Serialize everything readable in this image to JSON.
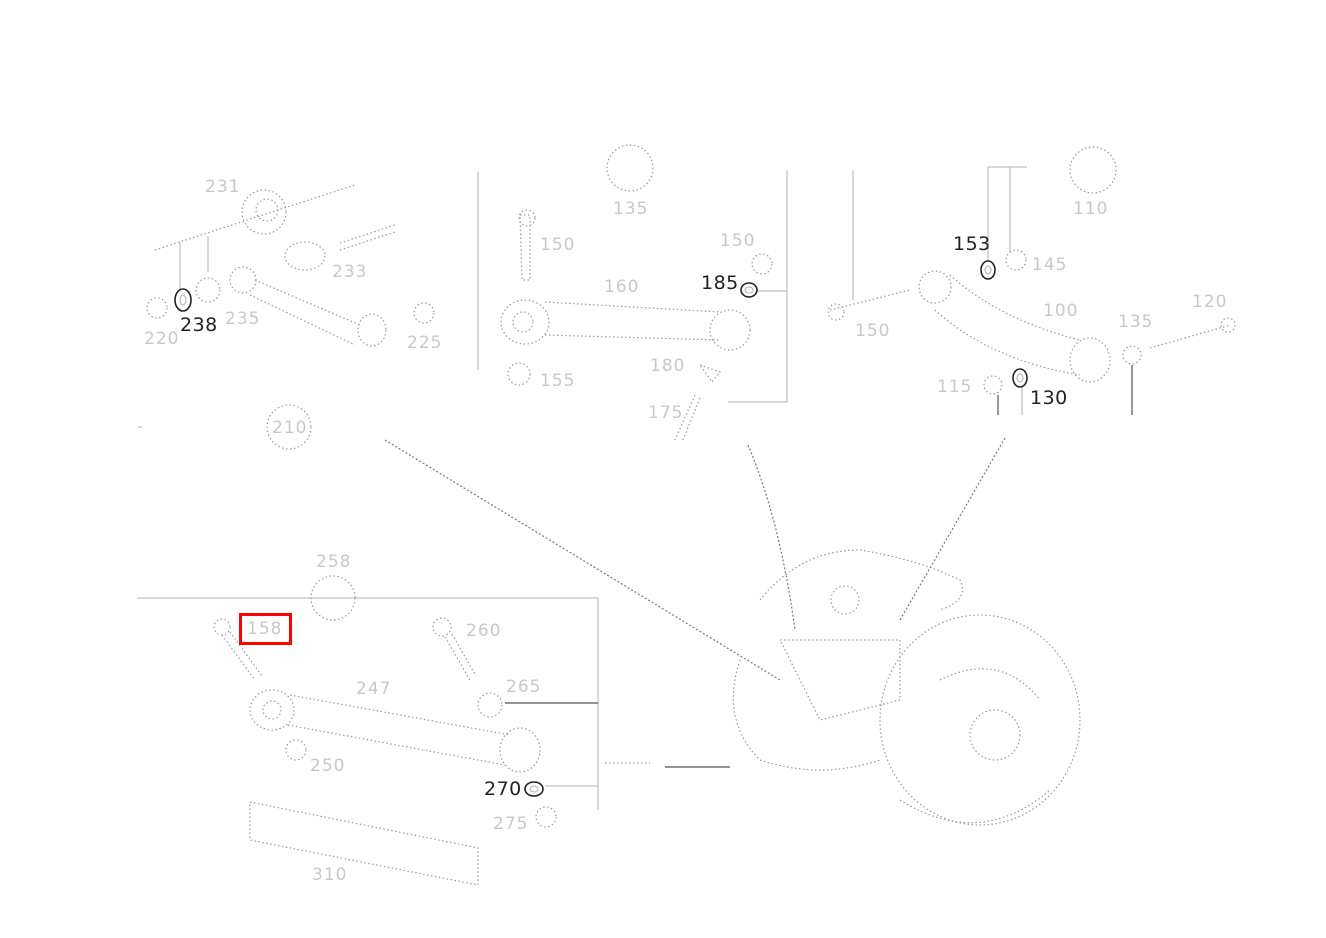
{
  "diagram": {
    "type": "exploded-parts-diagram",
    "subject": "rear suspension control arms",
    "highlight": {
      "label": "158",
      "color": "#ff0000"
    },
    "groups": [
      {
        "id": "top-left",
        "labels": [
          "231",
          "233",
          "238",
          "225",
          "235",
          "220"
        ],
        "emphasized": [
          "238"
        ]
      },
      {
        "id": "top-middle",
        "labels": [
          "135",
          "150",
          "160",
          "150",
          "185",
          "180",
          "155",
          "175"
        ],
        "emphasized": [
          "185"
        ]
      },
      {
        "id": "top-right",
        "labels": [
          "110",
          "153",
          "145",
          "150",
          "100",
          "115",
          "120",
          "135",
          "130"
        ],
        "emphasized": [
          "153",
          "130"
        ]
      },
      {
        "id": "bottom-left",
        "labels": [
          "258",
          "158",
          "260",
          "247",
          "265",
          "250",
          "270",
          "275",
          "310"
        ],
        "emphasized": [
          "270"
        ]
      },
      {
        "id": "standalone",
        "labels": [
          "210"
        ]
      }
    ]
  },
  "labels": {
    "l231": "231",
    "l233": "233",
    "l238": "238",
    "l225": "225",
    "l235": "235",
    "l220": "220",
    "l135": "135",
    "l150a": "150",
    "l160": "160",
    "l150b": "150",
    "l185": "185",
    "l155": "155",
    "l180": "180",
    "l175": "175",
    "l110": "110",
    "l153": "153",
    "l145": "145",
    "l150c": "150",
    "l100": "100",
    "l120": "120",
    "l135b": "135",
    "l115": "115",
    "l130": "130",
    "l210": "210",
    "l258": "258",
    "l158": "158",
    "l260": "260",
    "l247": "247",
    "l265": "265",
    "l250": "250",
    "l270": "270",
    "l275": "275",
    "l310": "310"
  }
}
